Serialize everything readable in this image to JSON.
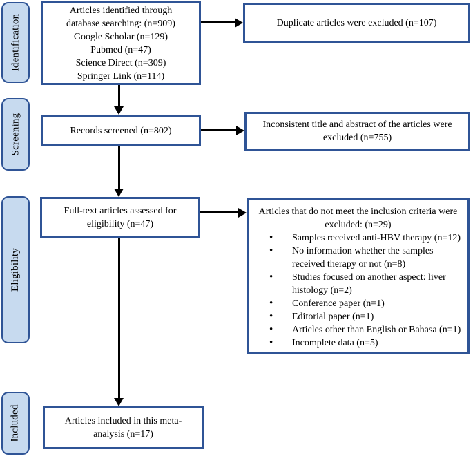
{
  "palette": {
    "box_border": "#2f5496",
    "stage_fill": "#c7daef",
    "arrow_color": "#000000"
  },
  "stages": [
    {
      "label": "Identification"
    },
    {
      "label": "Screening"
    },
    {
      "label": "Eligibility"
    },
    {
      "label": "Included"
    }
  ],
  "boxes": {
    "identified": {
      "lines": [
        "Articles identified through",
        "database searching: (n=909)",
        "Google Scholar (n=129)",
        "Pubmed (n=47)",
        "Science Direct (n=309)",
        "Springer Link (n=114)"
      ]
    },
    "duplicates": {
      "lines": [
        "Duplicate articles were excluded (n=107)"
      ]
    },
    "screened": {
      "lines": [
        "Records screened (n=802)"
      ]
    },
    "inconsistent": {
      "lines": [
        "Inconsistent title and abstract of the articles were",
        "excluded (n=755)"
      ]
    },
    "fulltext": {
      "lines": [
        "Full-text articles assessed for",
        "eligibility (n=47)"
      ]
    },
    "excluded": {
      "header_lines": [
        "Articles that do not meet the inclusion criteria were",
        "excluded: (n=29)"
      ],
      "bullets": [
        "Samples received anti-HBV therapy (n=12)",
        "No information whether the samples received therapy or not (n=8)",
        "Studies focused on another aspect: liver histology (n=2)",
        "Conference paper (n=1)",
        "Editorial paper (n=1)",
        "Articles other than English or Bahasa (n=1)",
        "Incomplete data (n=5)"
      ]
    },
    "included": {
      "lines": [
        "Articles included in this meta-",
        "analysis (n=17)"
      ]
    }
  }
}
